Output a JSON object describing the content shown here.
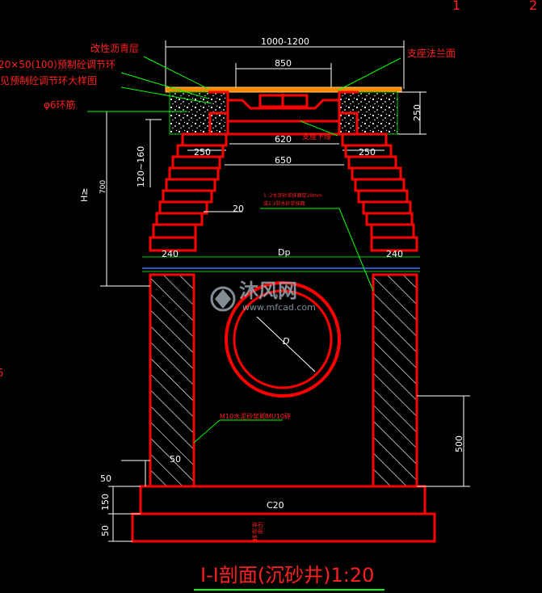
{
  "drawing": {
    "title": "I-I剖面(沉砂井)1:20",
    "corner_marks": [
      "1",
      "2"
    ],
    "left_edge_marks": [
      "6"
    ]
  },
  "labels": {
    "asphalt": "改性沥青层",
    "adj_ring": "20×50(100)预制砼调节环",
    "adj_ring_detail": "见预制砼调节环大样图",
    "rebar": "φ6环筋",
    "flange": "支座法兰面",
    "support": "支座下缘",
    "grout_note_1": "1 :2水泥砂浆抹面厚20mm",
    "grout_note_2": "或1:2防水砂浆抹面",
    "mortar": "M10水泥砂浆砌MU10砖",
    "pipe_d": "D",
    "pipe_dp": "Dp",
    "c20": "C20",
    "gravel": "碎石",
    "gravel2": "砂砾",
    "gravel3": "垫"
  },
  "dimensions": {
    "top_overall": "1000-1200",
    "cover": "850",
    "inner_top": "620",
    "inner_650": "650",
    "left_250": "250",
    "right_250": "250",
    "left_240": "240",
    "right_240": "240",
    "step_20": "20",
    "height_right_250": "250",
    "ring_height": "120~160",
    "total_h": "H≥",
    "total_h2": "700",
    "wall_500": "500",
    "left_50": "50",
    "foot_50": "50",
    "base_150": "150",
    "base_50": "50"
  },
  "watermark": {
    "brand": "沐风网",
    "url": "www.mfcad.com"
  },
  "colors": {
    "structure": "#ff0000",
    "dimension": "#ff3333",
    "leader": "#00ff00",
    "text_red": "#ff2020",
    "text_white": "#ffffff",
    "asphalt": "#ff8800",
    "blue_line": "#3a6dff",
    "watermark": "#9aa4b0"
  }
}
